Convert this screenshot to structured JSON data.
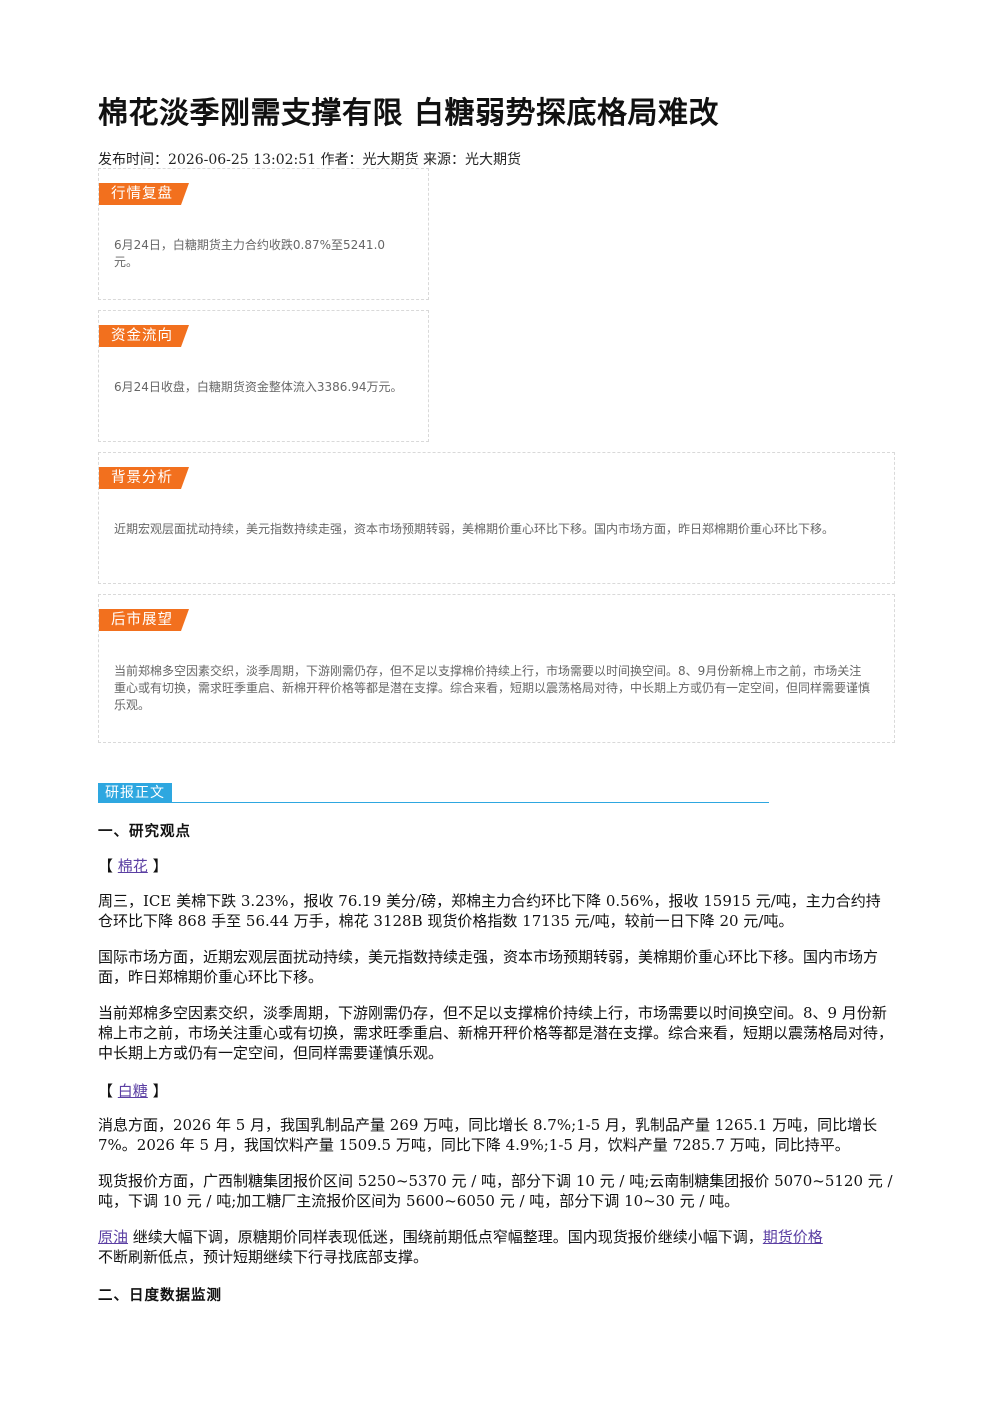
{
  "article": {
    "title": "棉花淡季刚需支撑有限 白糖弱势探底格局难改",
    "meta": "发布时间：2026-06-25 13:02:51 作者：光大期货 来源：光大期货"
  },
  "summary_boxes": [
    {
      "tag": "行情复盘",
      "text": "6月24日，白糖期货主力合约收跌0.87%至5241.0元。"
    },
    {
      "tag": "资金流向",
      "text": "6月24日收盘，白糖期货资金整体流入3386.94万元。"
    },
    {
      "tag": "背景分析",
      "text": "近期宏观层面扰动持续，美元指数持续走强，资本市场预期转弱，美棉期价重心环比下移。国内市场方面，昨日郑棉期价重心环比下移。"
    },
    {
      "tag": "后市展望",
      "text": "当前郑棉多空因素交织，淡季周期，下游刚需仍存，但不足以支撑棉价持续上行，市场需要以时间换空间。8、9月份新棉上市之前，市场关注重心或有切换，需求旺季重启、新棉开秤价格等都是潜在支撑。综合来看，短期以震荡格局对待，中长期上方或仍有一定空间，但同样需要谨慎乐观。"
    }
  ],
  "body": {
    "section_label": "研报正文",
    "heading1": "一、研究观点",
    "cotton": {
      "bracket_open": "【",
      "label": "棉花",
      "bracket_close": "】",
      "p1": "周三，ICE 美棉下跌 3.23%，报收 76.19 美分/磅，郑棉主力合约环比下降 0.56%，报收 15915 元/吨，主力合约持仓环比下降 868 手至 56.44 万手，棉花 3128B 现货价格指数 17135 元/吨，较前一日下降 20 元/吨。",
      "p2": "国际市场方面，近期宏观层面扰动持续，美元指数持续走强，资本市场预期转弱，美棉期价重心环比下移。国内市场方面，昨日郑棉期价重心环比下移。",
      "p3": "当前郑棉多空因素交织，淡季周期，下游刚需仍存，但不足以支撑棉价持续上行，市场需要以时间换空间。8、9 月份新棉上市之前，市场关注重心或有切换，需求旺季重启、新棉开秤价格等都是潜在支撑。综合来看，短期以震荡格局对待，中长期上方或仍有一定空间，但同样需要谨慎乐观。"
    },
    "sugar": {
      "bracket_open": "【",
      "label": "白糖",
      "bracket_close": "】",
      "p1": "消息方面，2026 年 5 月，我国乳制品产量 269 万吨，同比增长 8.7%;1-5 月，乳制品产量 1265.1 万吨，同比增长 7%。2026 年 5 月，我国饮料产量 1509.5 万吨，同比下降 4.9%;1-5 月，饮料产量 7285.7 万吨，同比持平。",
      "p2": "现货报价方面，广西制糖集团报价区间 5250~5370 元 / 吨，部分下调 10 元 / 吨;云南制糖集团报价 5070~5120 元 / 吨，下调 10 元 / 吨;加工糖厂主流报价区间为 5600~6050 元 / 吨，部分下调 10~30 元 / 吨。",
      "p3_link1": "原油",
      "p3_mid": " 继续大幅下调，原糖期价同样表现低迷，围绕前期低点窄幅整理。国内现货报价继续小幅下调，",
      "p3_link2": "期货价格",
      "p3_end": "不断刷新低点，预计短期继续下行寻找底部支撑。"
    },
    "heading2": "二、日度数据监测"
  },
  "colors": {
    "tag_orange": "#f2701e",
    "tag_blue": "#2ea7e0",
    "link_purple": "#5b3fa3"
  }
}
